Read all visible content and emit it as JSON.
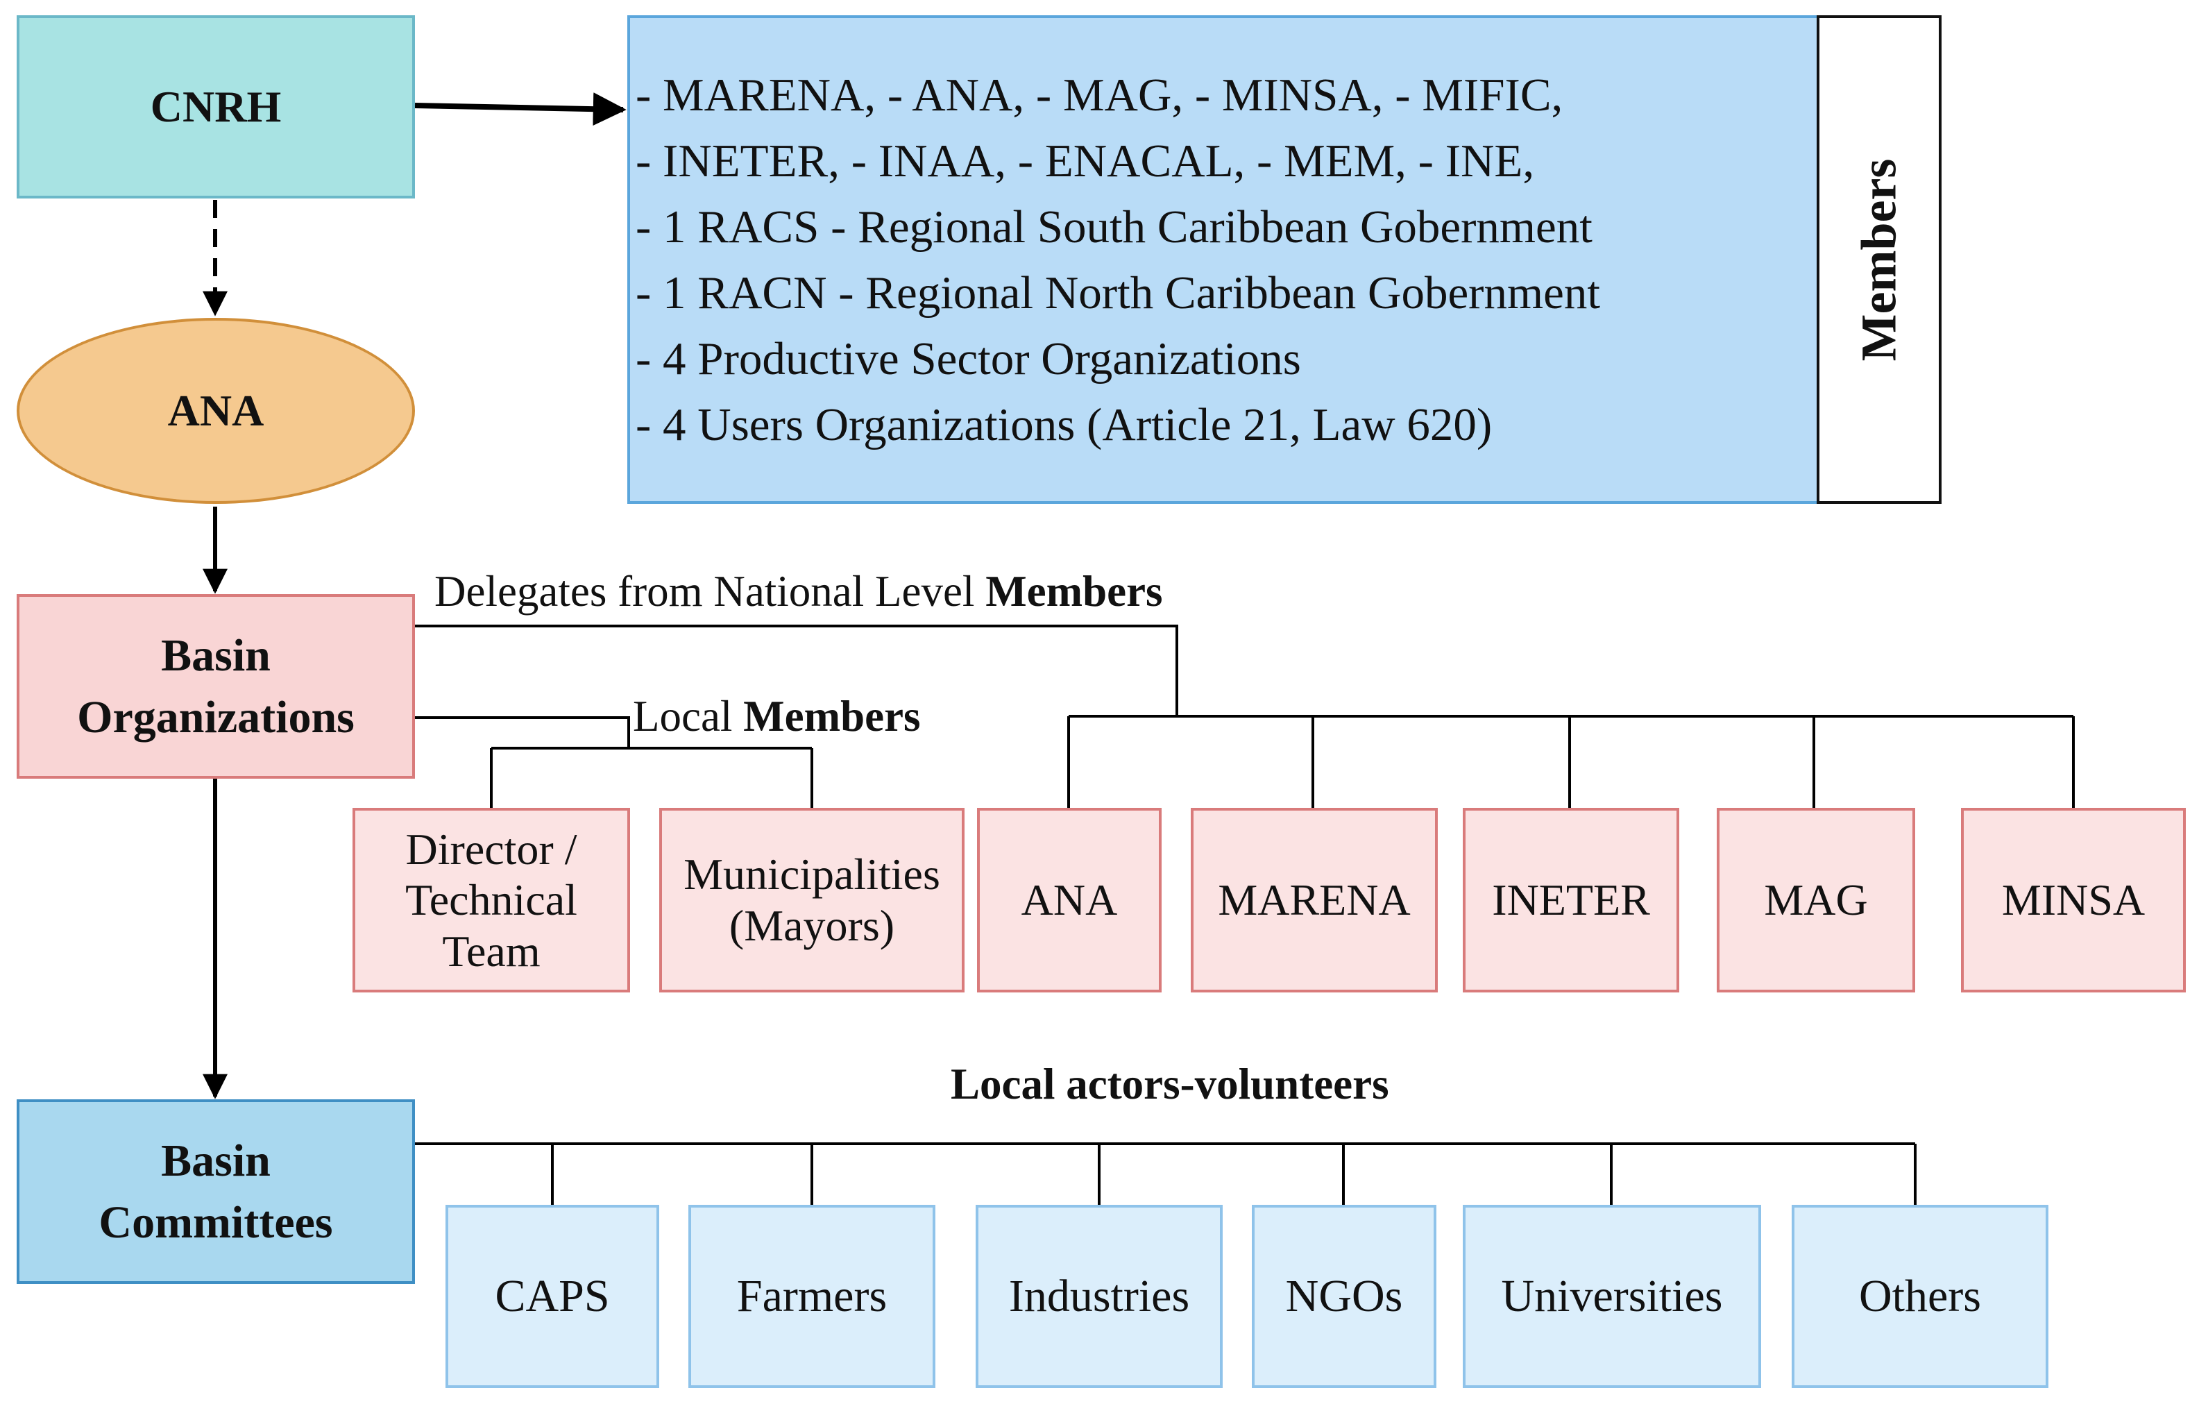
{
  "nodes": {
    "cnrh": "CNRH",
    "ana": "ANA",
    "basin_organizations": [
      "Basin",
      "Organizations"
    ],
    "basin_committees": [
      "Basin",
      "Committees"
    ]
  },
  "members_panel": {
    "lines": [
      "- MARENA, - ANA, - MAG, - MINSA, - MIFIC,",
      "- INETER, - INAA, - ENACAL, - MEM, - INE,",
      "- 1 RACS - Regional South Caribbean Gobernment",
      "- 1 RACN - Regional North Caribbean Gobernment",
      "- 4 Productive Sector Organizations",
      "- 4 Users Organizations (Article 21, Law 620)"
    ],
    "side_label": "Members"
  },
  "labels": {
    "delegates_prefix": "Delegates from National Level ",
    "delegates_bold": "Members",
    "local_prefix": "Local ",
    "local_bold": "Members",
    "local_actors": "Local actors-volunteers"
  },
  "organization_members": {
    "director": [
      "Director /",
      "Technical",
      "Team"
    ],
    "municipalities": [
      "Municipalities",
      "(Mayors)"
    ],
    "national": [
      "ANA",
      "MARENA",
      "INETER",
      "MAG",
      "MINSA"
    ]
  },
  "committee_members": [
    "CAPS",
    "Farmers",
    "Industries",
    "NGOs",
    "Universities",
    "Others"
  ],
  "colors": {
    "cnrh_fill": "#a8e3e3",
    "ana_fill": "#f5c98f",
    "basin_org_fill": "#f9d5d5",
    "basin_committee_fill": "#a9d8ef",
    "members_panel_fill": "#b9dcf7",
    "member_box_fill": "#fbe3e3",
    "committee_box_fill": "#dbeefb"
  }
}
